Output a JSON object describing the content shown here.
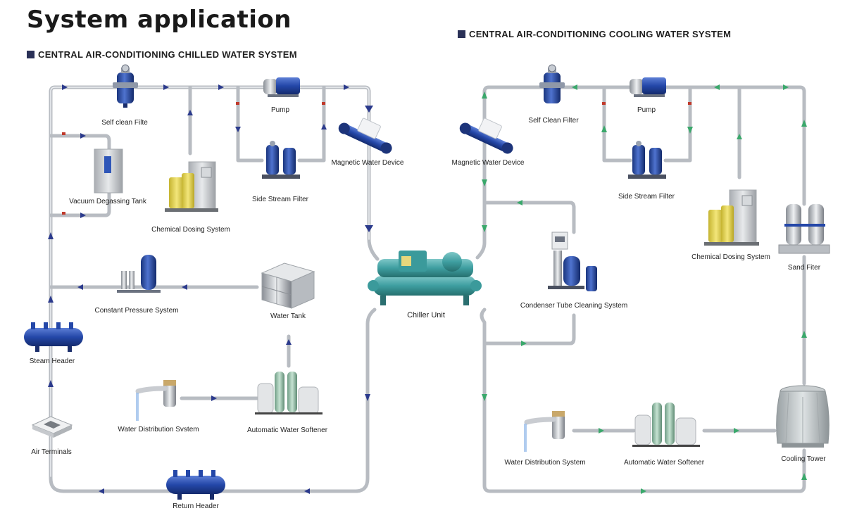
{
  "page": {
    "title": "System application"
  },
  "sections": {
    "chilled": "CENTRAL AIR-CONDITIONING CHILLED WATER SYSTEM",
    "cooling": "CENTRAL AIR-CONDITIONING COOLING WATER SYSTEM"
  },
  "colors": {
    "chilled_arrow": "#2b3a8c",
    "cooling_arrow": "#3aa86b",
    "pipe": "#b8bcc2",
    "section_marker": "#2a3157"
  },
  "chilled_components": {
    "self_clean_filter": "Self clean Filte",
    "pump": "Pump",
    "magnetic_water_device": "Magnetic Water Device",
    "vacuum_degassing_tank": "Vacuum Degassing Tank",
    "chemical_dosing_system": "Chemical Dosing System",
    "side_stream_filter": "Side Stream Filter",
    "constant_pressure_system": "Constant Pressure System",
    "water_tank": "Water Tank",
    "steam_header": "Steam Header",
    "water_distribution_system": "Water Distribution Svstem",
    "automatic_water_softener": "Automatic Water Softener",
    "air_terminals": "Air Terminals",
    "return_header": "Return Header"
  },
  "center": {
    "chiller_unit": "Chiller Unit"
  },
  "cooling_components": {
    "self_clean_filter": "Self Clean Filter",
    "pump": "Pump",
    "magnetic_water_device": "Magnetic Water Device",
    "side_stream_filter": "Side Stream Filter",
    "chemical_dosing_system": "Chemical Dosing System",
    "sand_filter": "Sand Fiter",
    "condenser_tube_cleaning_system": "Condenser Tube Cleaning System",
    "water_distribution_system": "Water Distribution System",
    "automatic_water_softener": "Automatic Water Softener",
    "cooling_tower": "Cooling Tower"
  }
}
